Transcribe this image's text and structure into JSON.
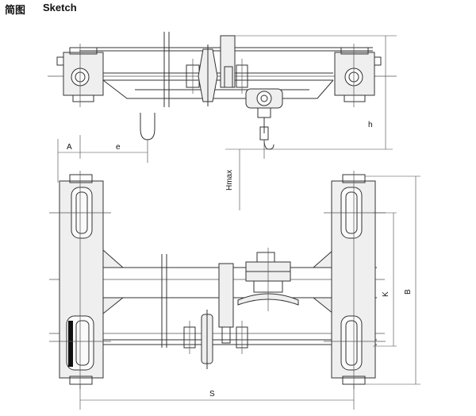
{
  "header": {
    "title_cn": "简图",
    "title_en": "Sketch"
  },
  "labels": {
    "A": "A",
    "e": "e",
    "h": "h",
    "hmax": "Hmax",
    "K": "K",
    "B": "B",
    "S": "S"
  }
}
